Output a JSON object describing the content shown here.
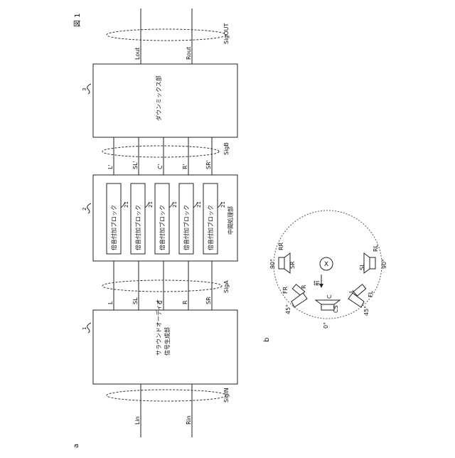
{
  "figure_label": "図 1",
  "panel_a": "a",
  "panel_b": "b",
  "blocks": {
    "gen": {
      "ref": "1",
      "line1": "サラウンドオーディオ",
      "line2": "信号生成部"
    },
    "mid": {
      "ref": "2",
      "title": "中間処理部"
    },
    "down": {
      "ref": "3",
      "title": "ダウンミックス部"
    },
    "sub_ref": "21",
    "sub_label": "倍音付加ブロック"
  },
  "signals": {
    "in": [
      "Lin",
      "Rin"
    ],
    "in_bus": "SigIN",
    "a": [
      "L",
      "SL",
      "C",
      "R",
      "SR"
    ],
    "a_bus": "SigA",
    "b": [
      "L'",
      "SL'",
      "C'",
      "R'",
      "SR'"
    ],
    "b_bus": "SigB",
    "out": [
      "Lout",
      "Rout"
    ],
    "out_bus": "SigOUT"
  },
  "speakers": {
    "listener": "X",
    "front_label": "前",
    "items": [
      {
        "code": "C",
        "name": "CS",
        "angle": "0°"
      },
      {
        "code": "L",
        "name": "FL",
        "angle": "45°"
      },
      {
        "code": "R",
        "name": "FR",
        "angle": "45°"
      },
      {
        "code": "SL",
        "name": "RL",
        "angle": "90°"
      },
      {
        "code": "SR",
        "name": "RR",
        "angle": "90°"
      }
    ]
  }
}
